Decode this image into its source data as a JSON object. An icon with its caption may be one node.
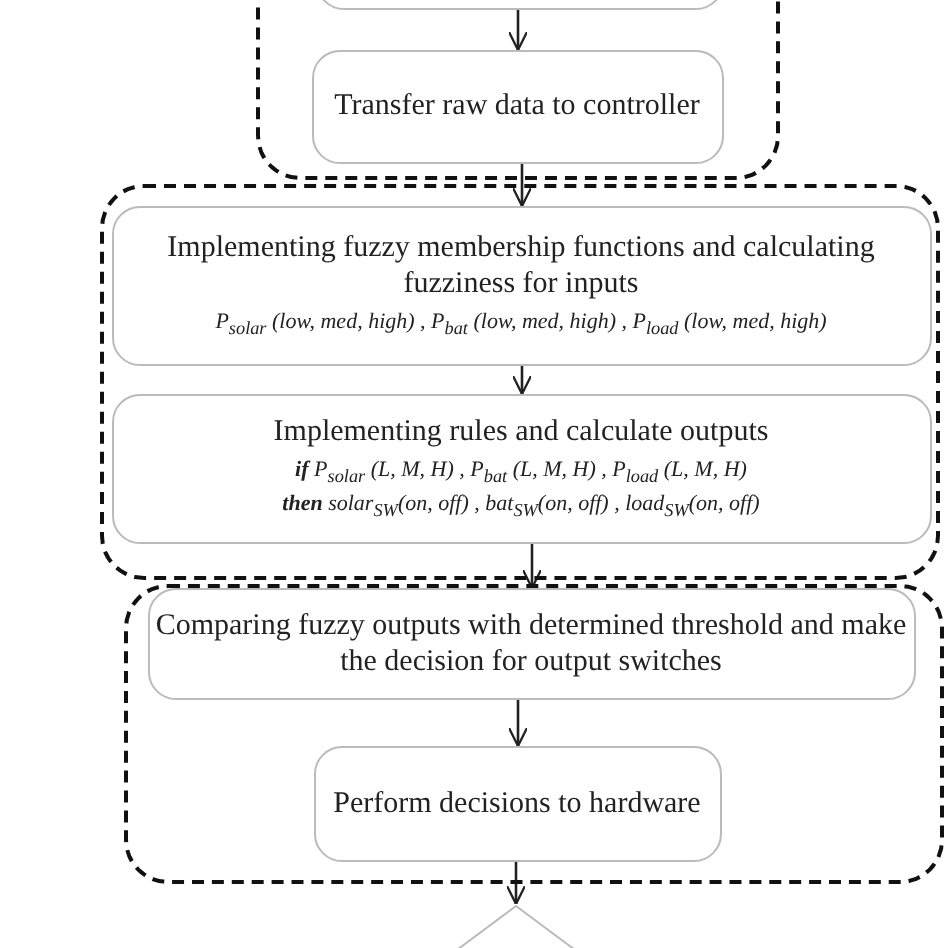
{
  "diagram": {
    "nodes": [
      {
        "text": [],
        "shape": "box"
      },
      {
        "text": [],
        "shape": "box",
        "in": 0
      },
      {
        "text": [
          "Transfer raw data to controller"
        ],
        "in": 0
      },
      {
        "text": [],
        "shape": "box"
      },
      {
        "text": [
          "Implementing fuzzy membership functions and calculating fuzziness for inputs",
          "P$_{solar}$ (low, med, high) , P$_{bat}$ (low, med, high) , P$_{load}$ (low, med, high)"
        ],
        "in": 3
      },
      {
        "text": [
          "Implementing rules and calculate outputs",
          "**if**   P$_{solar}$ (L, M, H) , P$_{bat}$ (L, M, H) , P$_{load}$ (L, M, H)",
          "**then**   solar$_{SW}$(on, off) , bat$_{SW}$(on, off) , load$_{SW}$(on, off)"
        ],
        "in": 3
      },
      {
        "text": [],
        "shape": "box"
      },
      {
        "text": [
          "Comparing fuzzy outputs with determined threshold and make the decision for output switches"
        ],
        "in": 6
      },
      {
        "text": [
          "Perform decisions to hardware"
        ],
        "in": 6
      },
      {
        "text": [],
        "shape": "diamond"
      }
    ],
    "edges": [
      {
        "from": 1,
        "to": 2,
        "arrow": "to"
      },
      {
        "from": 2,
        "to": 4,
        "arrow": "to"
      },
      {
        "from": 4,
        "to": 5,
        "arrow": "to"
      },
      {
        "from": 5,
        "to": 7,
        "arrow": "to"
      },
      {
        "from": 7,
        "to": 8,
        "arrow": "to"
      },
      {
        "from": 8,
        "to": 9,
        "arrow": "to"
      }
    ]
  }
}
